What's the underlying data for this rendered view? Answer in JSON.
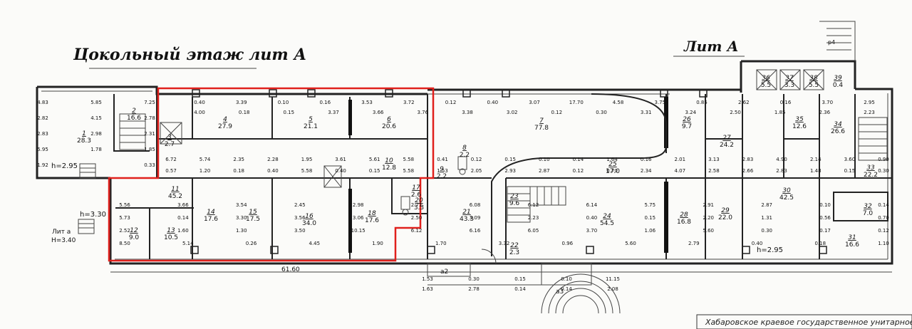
{
  "titles": {
    "floor": "Цокольный этаж  лит А",
    "lit": "Лит А",
    "lit_a_small": "Лит а",
    "org_stamp": "Хабаровское краевое государственное унитарное"
  },
  "heights": [
    "h=2.95",
    "h=3.30",
    "H=3.40",
    "h=2.95"
  ],
  "overall_length": "61.60",
  "rooms": [
    {
      "n": "1",
      "area": "28.3"
    },
    {
      "n": "2",
      "area": "16.6"
    },
    {
      "n": "3",
      "area": "2.7"
    },
    {
      "n": "4",
      "area": "27.9"
    },
    {
      "n": "5",
      "area": "21.1"
    },
    {
      "n": "6",
      "area": "20.6"
    },
    {
      "n": "7",
      "area": "77.8"
    },
    {
      "n": "8",
      "area": "2.2"
    },
    {
      "n": "9",
      "area": "2.2"
    },
    {
      "n": "10",
      "area": "12.8"
    },
    {
      "n": "11",
      "area": "45.2"
    },
    {
      "n": "12",
      "area": "9.0"
    },
    {
      "n": "13",
      "area": "10.5"
    },
    {
      "n": "14",
      "area": "17.6"
    },
    {
      "n": "15",
      "area": "17.5"
    },
    {
      "n": "16",
      "area": "34.0"
    },
    {
      "n": "17",
      "area": "2.6"
    },
    {
      "n": "18",
      "area": "17.6"
    },
    {
      "n": "20",
      "area": "3.3"
    },
    {
      "n": "21",
      "area": "43.3"
    },
    {
      "n": "22",
      "area": "2.3"
    },
    {
      "n": "23",
      "area": "9.6"
    },
    {
      "n": "24",
      "area": "54.5"
    },
    {
      "n": "25",
      "area": "17.0"
    },
    {
      "n": "26",
      "area": "9.7"
    },
    {
      "n": "27",
      "area": "24.2"
    },
    {
      "n": "28",
      "area": "16.8"
    },
    {
      "n": "29",
      "area": "22.0"
    },
    {
      "n": "30",
      "area": "42.5"
    },
    {
      "n": "31",
      "area": "16.6"
    },
    {
      "n": "32",
      "area": "7.0"
    },
    {
      "n": "33",
      "area": "22.2"
    },
    {
      "n": "34",
      "area": "26.6"
    },
    {
      "n": "35",
      "area": "12.6"
    },
    {
      "n": "36",
      "area": "5.5"
    },
    {
      "n": "37",
      "area": "3.3"
    },
    {
      "n": "38",
      "area": "5.5"
    },
    {
      "n": "39",
      "area": "0.4"
    }
  ],
  "dimensions": {
    "left": [
      "4.83",
      "5.85",
      "7.25",
      "2.82",
      "4.15",
      "2.78",
      "2.83",
      "2.98",
      "2.31",
      "5.95",
      "1.78",
      "1.85",
      "1.92",
      "0.33"
    ],
    "top": [
      "0.40",
      "3.39",
      "0.10",
      "0.16",
      "3.53",
      "3.72",
      "0.12",
      "0.40",
      "3.07",
      "17.70",
      "4.58",
      "3.75",
      "0.85",
      "2.62",
      "0.16",
      "3.70",
      "2.95",
      "4.00",
      "0.18",
      "0.15",
      "3.37",
      "3.66",
      "3.76",
      "3.38",
      "3.02",
      "0.12",
      "0.30",
      "3.31",
      "3.24",
      "2.50",
      "1.85",
      "2.36",
      "2.23"
    ],
    "middle": [
      "6.72",
      "5.74",
      "2.35",
      "2.28",
      "1.95",
      "3.61",
      "5.61",
      "5.58",
      "0.41",
      "0.12",
      "0.15",
      "0.10",
      "0.14",
      "1.64",
      "0.16",
      "2.01",
      "3.13",
      "2.83",
      "4.90",
      "2.14",
      "3.60",
      "0.90",
      "0.57",
      "1.20",
      "0.18",
      "0.40",
      "5.58",
      "0.40",
      "0.15",
      "5.58",
      "1.53",
      "2.05",
      "2.93",
      "2.87",
      "0.12",
      "0.70",
      "2.34",
      "4.07",
      "2.58",
      "2.66",
      "2.83",
      "1.48",
      "0.15",
      "0.30"
    ],
    "bottom": [
      "5.56",
      "3.66",
      "3.54",
      "2.45",
      "2.98",
      "2.71",
      "6.08",
      "6.12",
      "6.14",
      "5.75",
      "2.91",
      "2.87",
      "0.10",
      "0.14",
      "5.73",
      "0.14",
      "3.30",
      "3.56",
      "3.06",
      "2.50",
      "3.09",
      "2.23",
      "0.40",
      "0.15",
      "2.20",
      "1.31",
      "0.56",
      "0.70",
      "2.52",
      "1.60",
      "1.30",
      "3.50",
      "10.15",
      "6.12",
      "6.16",
      "6.05",
      "3.70",
      "1.06",
      "5.60",
      "0.30",
      "0.17",
      "0.12",
      "8.50",
      "5.14",
      "0.26",
      "4.45",
      "1.90",
      "1.70",
      "3.32",
      "0.96",
      "5.60",
      "2.79",
      "0.40",
      "0.18",
      "1.10"
    ],
    "outside": [
      "1.53",
      "0.30",
      "0.15",
      "0.10",
      "11.15",
      "1.63",
      "2.78",
      "0.14",
      "0.14",
      "2.08"
    ]
  },
  "exits": [
    "а2",
    "а3",
    "р4"
  ]
}
